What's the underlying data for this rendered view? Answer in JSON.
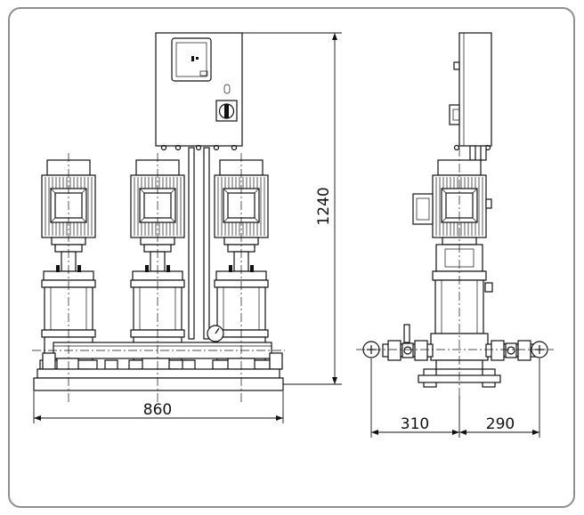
{
  "drawing": {
    "dimensions": {
      "width_front": "860",
      "height_total": "1240",
      "side_left": "310",
      "side_right": "290"
    }
  }
}
